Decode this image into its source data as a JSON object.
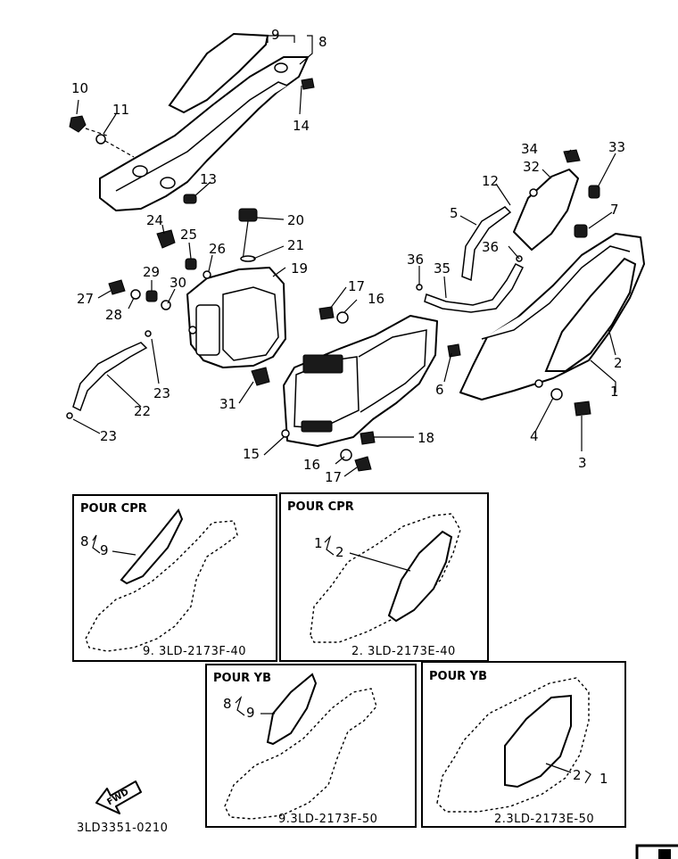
{
  "labels": {
    "n1": "1",
    "n2": "2",
    "n3": "3",
    "n4": "4",
    "n5": "5",
    "n6": "6",
    "n7": "7",
    "n8": "8",
    "n9": "9",
    "n10": "10",
    "n11": "11",
    "n12": "12",
    "n13": "13",
    "n14": "14",
    "n15": "15",
    "n16a": "16",
    "n16b": "16",
    "n17a": "17",
    "n17b": "17",
    "n18": "18",
    "n19": "19",
    "n20": "20",
    "n21": "21",
    "n22": "22",
    "n23a": "23",
    "n23b": "23",
    "n24": "24",
    "n25": "25",
    "n26": "26",
    "n27": "27",
    "n28": "28",
    "n29": "29",
    "n30": "30",
    "n31": "31",
    "n32": "32",
    "n33": "33",
    "n34": "34",
    "n35": "35",
    "n36a": "36",
    "n36b": "36"
  },
  "boxes": {
    "cpr_left": {
      "title": "POUR CPR",
      "callout_a": "8",
      "callout_b": "9",
      "code": "9. 3LD-2173F-40"
    },
    "cpr_right": {
      "title": "POUR CPR",
      "callout_a": "1",
      "callout_b": "2",
      "code": "2. 3LD-2173E-40"
    },
    "yb_left": {
      "title": "POUR YB",
      "callout_a": "8",
      "callout_b": "9",
      "code": "9.3LD-2173F-50"
    },
    "yb_right": {
      "title": "POUR YB",
      "callout_a": "2",
      "callout_b": "1",
      "code": "2.3LD-2173E-50"
    }
  },
  "fwd_label": "FWD",
  "drawing_code": "3LD3351-0210"
}
